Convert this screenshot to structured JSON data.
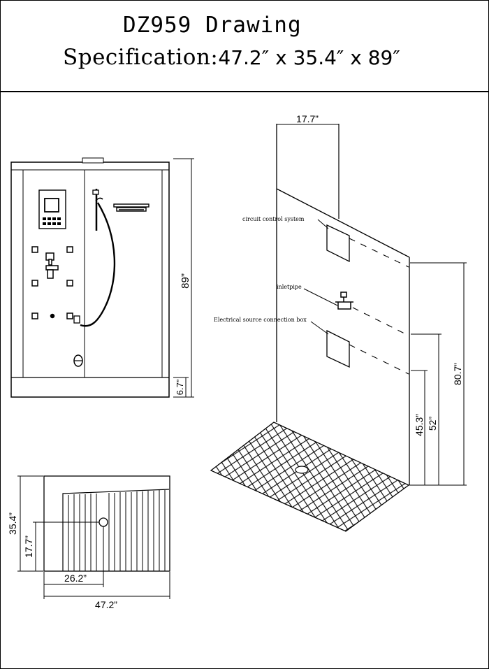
{
  "header": {
    "title": "DZ959 Drawing",
    "spec_label": "Specification:",
    "spec_value": "47.2″ x 35.4″ x 89″"
  },
  "front_view": {
    "height_dim": "89”",
    "base_dim": "6.7”"
  },
  "side_view": {
    "width_dim": "17.7”",
    "circuit_label": "circuit control system",
    "inlet_label": "inletpipe",
    "electrical_label": "Electrical source connection box",
    "dim_80": "80.7”",
    "dim_52": "52”",
    "dim_45": "45.3”"
  },
  "top_view": {
    "depth_dim": "35.4”",
    "drain_depth_dim": "17.7”",
    "drain_width_dim": "26.2”",
    "width_dim": "47.2”"
  }
}
